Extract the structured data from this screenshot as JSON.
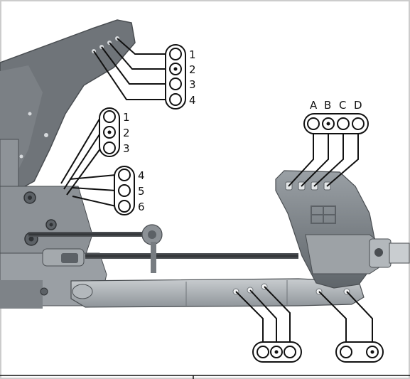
{
  "shock_tower_labels": [
    "1",
    "2",
    "3",
    "4"
  ],
  "inner_labels_upper": [
    "1",
    "2",
    "3"
  ],
  "inner_labels_lower": [
    "4",
    "5",
    "6"
  ],
  "hub_labels": [
    "A",
    "B",
    "C",
    "D"
  ],
  "colors": {
    "border": "#cccccc",
    "part_dark": "#6f7479",
    "part_mid": "#8e9398",
    "part_light": "#b7bcc0",
    "leader": "#111111",
    "ring_fill": "#ffffff"
  }
}
